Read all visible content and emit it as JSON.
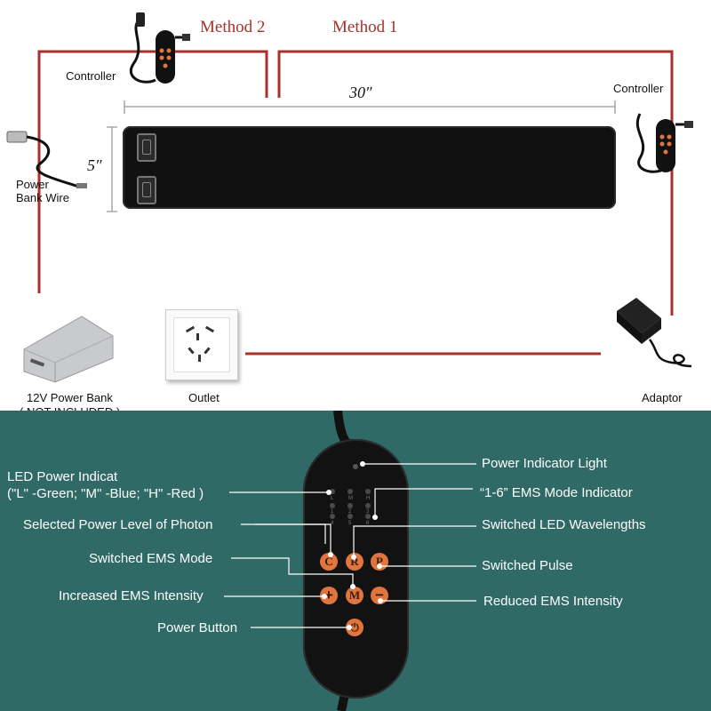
{
  "top": {
    "method2": "Method 2",
    "method1": "Method 1",
    "width_dim": "30″",
    "height_dim": "5″",
    "controller_left": "Controller",
    "controller_right": "Controller",
    "power_bank_wire": "Power\nBank Wire",
    "power_bank": "12V Power Bank",
    "not_included": "( NOT INCLUDED )",
    "outlet": "Outlet",
    "adaptor": "Adaptor"
  },
  "remote": {
    "left_labels": {
      "led_power_1": "LED Power Indicat",
      "led_power_2": "(\"L\" -Green; \"M\" -Blue; \"H\" -Red )",
      "selected_power": "Selected Power Level of Photon",
      "switched_ems": "Switched EMS Mode",
      "increased_ems": "Increased EMS Intensity",
      "power_button": "Power Button"
    },
    "right_labels": {
      "power_indicator": "Power Indicator Light",
      "ems_mode_indicator": "“1-6” EMS Mode Indicator",
      "switched_led": "Switched LED Wavelengths",
      "switched_pulse": "Switched Pulse",
      "reduced_ems": "Reduced EMS Intensity"
    },
    "buttons": {
      "c": "C",
      "r": "R",
      "p": "P",
      "plus": "+",
      "m": "M",
      "minus": "−",
      "power": "⏻"
    },
    "indicator_letters": [
      "L",
      "M",
      "H"
    ],
    "indicator_numbers": [
      "1",
      "2",
      "3",
      "4",
      "5",
      "6"
    ]
  },
  "colors": {
    "wire_red": "#a8312b",
    "panel_teal": "#2f6a66",
    "button_orange": "#e0753d"
  }
}
